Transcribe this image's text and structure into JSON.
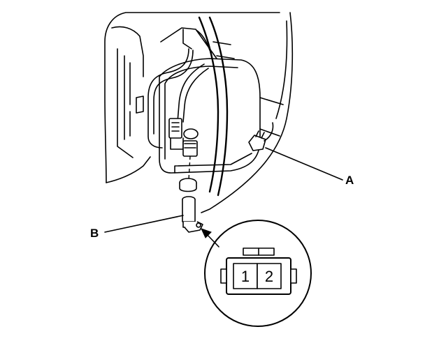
{
  "callouts": {
    "a": "A",
    "b": "B"
  },
  "connector": {
    "pin1": "1",
    "pin2": "2"
  }
}
